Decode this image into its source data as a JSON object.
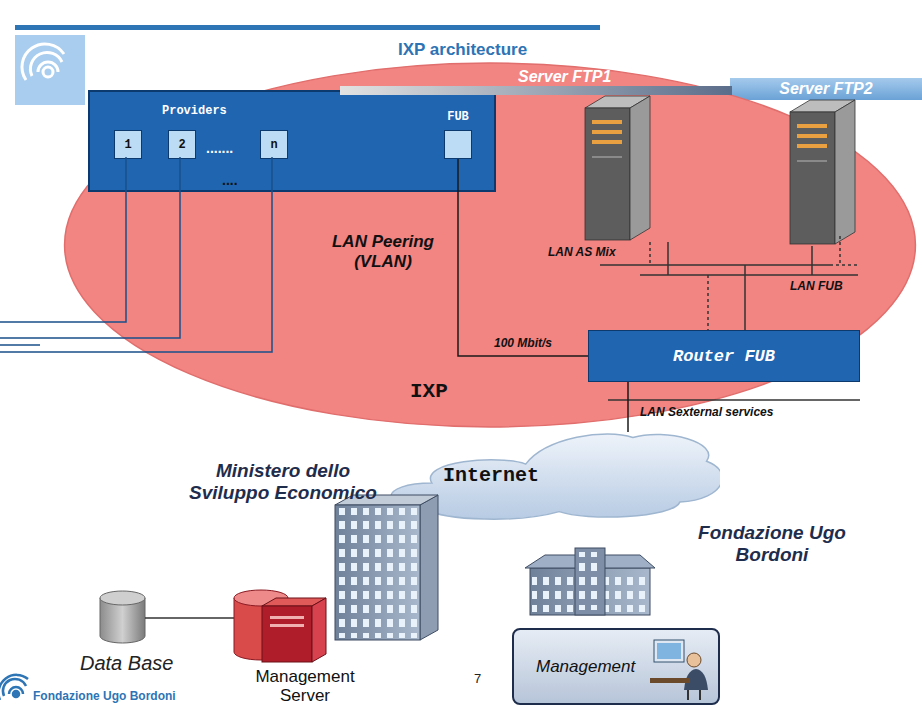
{
  "diagram": {
    "title": "IXP architecture",
    "nodes": [
      {
        "text": [
          "Server FTP2"
        ]
      },
      {
        "text": [
          "IXP"
        ]
      },
      {
        "text": [
          "Providers"
        ],
        "in": 1
      },
      {
        "text": [
          "1"
        ],
        "in": 2
      },
      {
        "text": [
          "2"
        ],
        "in": 2
      },
      {
        "text": [
          "n"
        ],
        "in": 2
      },
      {
        "text": [
          "FUB"
        ],
        "in": 2
      },
      {
        "text": [
          "Router FUB"
        ],
        "in": 1
      },
      {
        "text": [
          "Internet"
        ]
      },
      {
        "text": [
          "Management"
        ]
      }
    ],
    "edges": [
      {
        "from": 6,
        "to": 7,
        "arrow": "none",
        "label": "100 Mbit/s"
      },
      {
        "from": 7,
        "to": 8,
        "arrow": "none"
      }
    ],
    "labels": [
      "Server FTP1",
      "LAN AS Mix",
      "LAN FUB",
      ".......",
      "....",
      "LAN Peering (VLAN)",
      "LAN Sexternal services",
      "Ministero dello Sviluppo Economico",
      "Fondazione Ugo Bordoni",
      "Data Base",
      "Management Server",
      "7",
      "Fondazione Ugo Bordoni"
    ]
  }
}
